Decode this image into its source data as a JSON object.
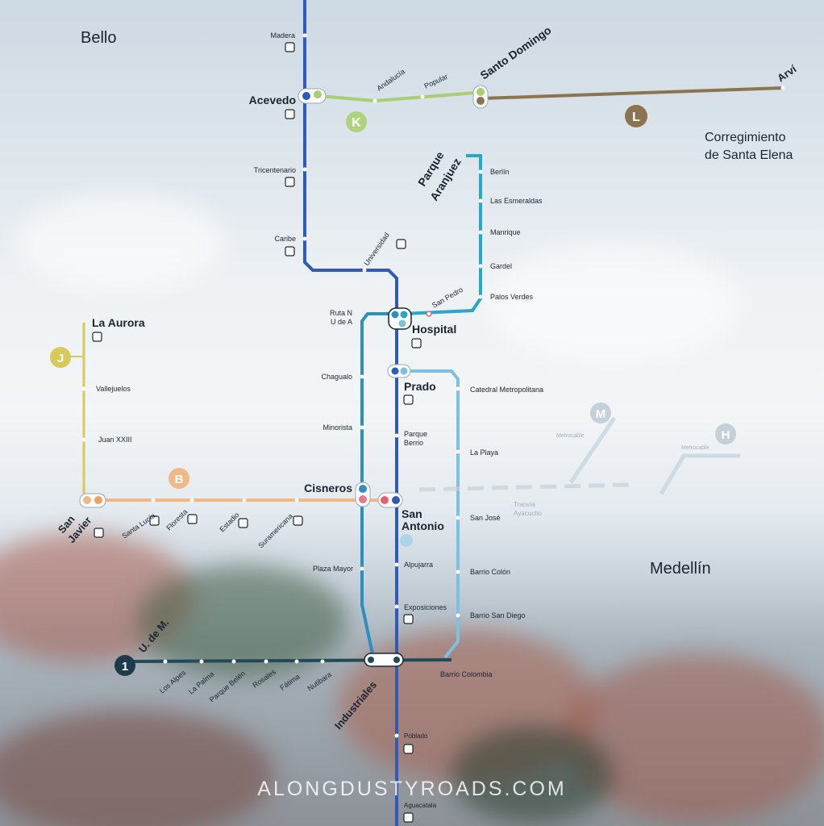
{
  "areas": {
    "bello": "Bello",
    "medellin": "Medellín",
    "santa_elena": [
      "Corregimiento",
      "de Santa Elena"
    ]
  },
  "watermark": "ALONGDUSTYROADS.COM",
  "colors": {
    "line_a": "#2f5bb7",
    "line_b": "#f0b883",
    "line_1": "#1f4a5a",
    "line_j": "#d9c95a",
    "line_k": "#a8cf72",
    "line_l": "#8a7550",
    "tram": "#2aa6c7",
    "line_blue2": "#2c8fbd",
    "line_lightblue": "#7cc1e0"
  },
  "line_badges": {
    "K": "K",
    "L": "L",
    "J": "J",
    "B": "B",
    "M": "M",
    "H": "H",
    "one": "1"
  },
  "stations": {
    "madera": "Madera",
    "acevedo": "Acevedo",
    "tricentenario": "Tricentenario",
    "caribe": "Caribe",
    "universidad": "Universidad",
    "hospital": "Hospital",
    "prado": "Prado",
    "parque_berrio": [
      "Parque",
      "Berrio"
    ],
    "san_antonio": [
      "San",
      "Antonio"
    ],
    "alpujarra": "Alpujarra",
    "exposiciones": "Exposiciones",
    "industriales": "Industriales",
    "poblado": "Poblado",
    "aguacatala": "Aguacatala",
    "andalucia": "Andalucía",
    "popular": "Popular",
    "santo_domingo": "Santo Domingo",
    "arvi": "Arví",
    "parque_aranjuez": [
      "Parque",
      "Aranjuez"
    ],
    "berlin": "Berlín",
    "las_esmeraldas": "Las Esmeraldas",
    "manrique": "Manrique",
    "gardel": "Gardel",
    "palos_verdes": "Palos Verdes",
    "san_pedro": "San Pedro",
    "catedral": "Catedral Metropolitana",
    "la_playa": "La Playa",
    "san_jose": "San José",
    "barrio_colon": "Barrio Colón",
    "barrio_san_diego": "Barrio San Diego",
    "ruta_n": [
      "Ruta N",
      "U de A"
    ],
    "chagualo": "Chagualo",
    "minorista": "Minorista",
    "cisneros": "Cisneros",
    "plaza_mayor": "Plaza Mayor",
    "la_aurora": "La Aurora",
    "vallejuelos": "Vallejuelos",
    "juan_xxiii": "Juan XXIII",
    "san_javier": [
      "San",
      "Javier"
    ],
    "santa_lucia": "Santa Lucía",
    "floresta": "Floresta",
    "estadio": "Estadio",
    "suramericana": "Suramericana",
    "u_de_m": "U. de M.",
    "los_alpes": "Los Alpes",
    "la_palma": "La Palma",
    "parque_belen": "Parque Belén",
    "rosales": "Rosales",
    "fatima": "Fátima",
    "nutibara": "Nutibara",
    "barrio_colombia": "Barrio Colombia",
    "metrocable_m": "Metrocable",
    "metrocable_h": "Metrocable",
    "tranvia": [
      "Tranvía",
      "Ayacucho"
    ]
  }
}
